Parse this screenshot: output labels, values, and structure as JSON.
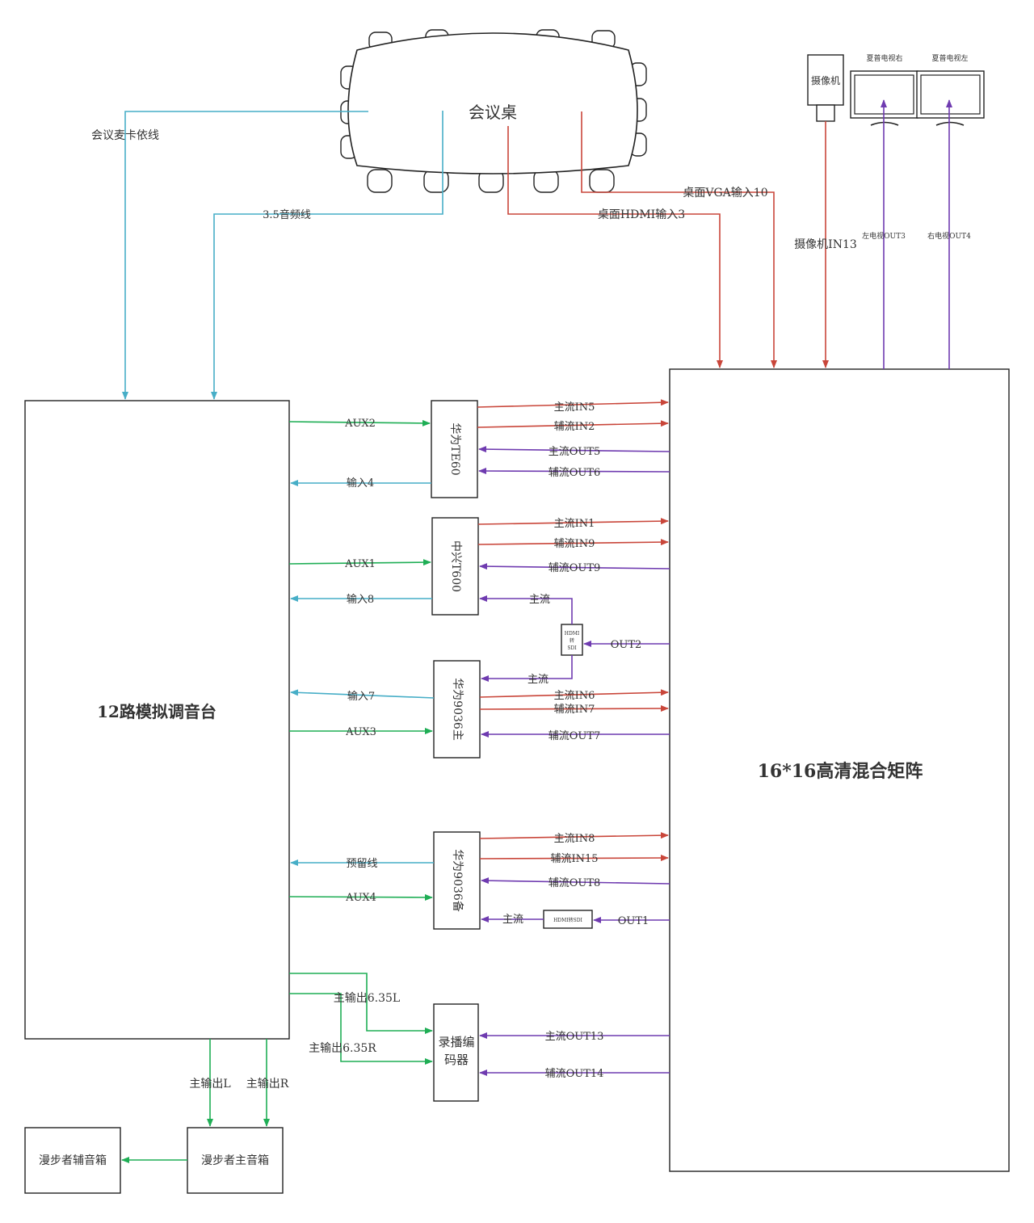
{
  "nodes": {
    "table": "会议桌",
    "mixer": "12路模拟调音台",
    "matrix": "16*16高清混合矩阵",
    "camera": "摄像机",
    "tv_right": "夏普电视右",
    "tv_left": "夏普电视左",
    "huawei_te60": "华为TE60",
    "zte_t600": "中兴T600",
    "huawei_9036_main": "华为9036主",
    "huawei_9036_backup": "华为9036备",
    "recorder": "录播编码器",
    "edifier_main": "漫步者主音箱",
    "edifier_aux": "漫步者辅音箱",
    "hdmi_sdi_1_lines": [
      "HDMI",
      "转",
      "SDI"
    ],
    "hdmi_sdi_2": "HDMI转SDI"
  },
  "wires": {
    "mic": "会议麦卡依线",
    "audio35": "3.5音频线",
    "desk_vga": "桌面VGA输入10",
    "desk_hdmi": "桌面HDMI输入3",
    "camera_in": "摄像机IN13",
    "left_tv_out": "左电视OUT3",
    "right_tv_out": "右电视OUT4",
    "te60_aux": "AUX2",
    "te60_in": "输入4",
    "te60_main_in": "主流IN5",
    "te60_aux_in": "辅流IN2",
    "te60_main_out": "主流OUT5",
    "te60_aux_out": "辅流OUT6",
    "zte_main_in": "主流IN1",
    "zte_aux_in": "辅流IN9",
    "zte_aux_out": "辅流OUT9",
    "zte_aux": "AUX1",
    "zte_in": "输入8",
    "zte_main": "主流",
    "out2": "OUT2",
    "h9036m_main": "主流",
    "h9036m_in": "输入7",
    "h9036m_aux": "AUX3",
    "h9036m_main_in": "主流IN6",
    "h9036m_aux_in": "辅流IN7",
    "h9036m_aux_out": "辅流OUT7",
    "h9036b_main_in": "主流IN8",
    "h9036b_aux_in": "辅流IN15",
    "h9036b_reserve": "预留线",
    "h9036b_aux_out": "辅流OUT8",
    "h9036b_aux": "AUX4",
    "h9036b_main": "主流",
    "out1": "OUT1",
    "main_out_635l": "主输出6.35L",
    "main_out_635r": "主输出6.35R",
    "rec_main_out": "主流OUT13",
    "rec_aux_out": "辅流OUT14",
    "main_out_l": "主输出L",
    "main_out_r": "主输出R"
  },
  "colors": {
    "audio_out": "#1fae55",
    "audio_in": "#47aec7",
    "video_in": "#c9463a",
    "video_out": "#6f3bb0"
  }
}
